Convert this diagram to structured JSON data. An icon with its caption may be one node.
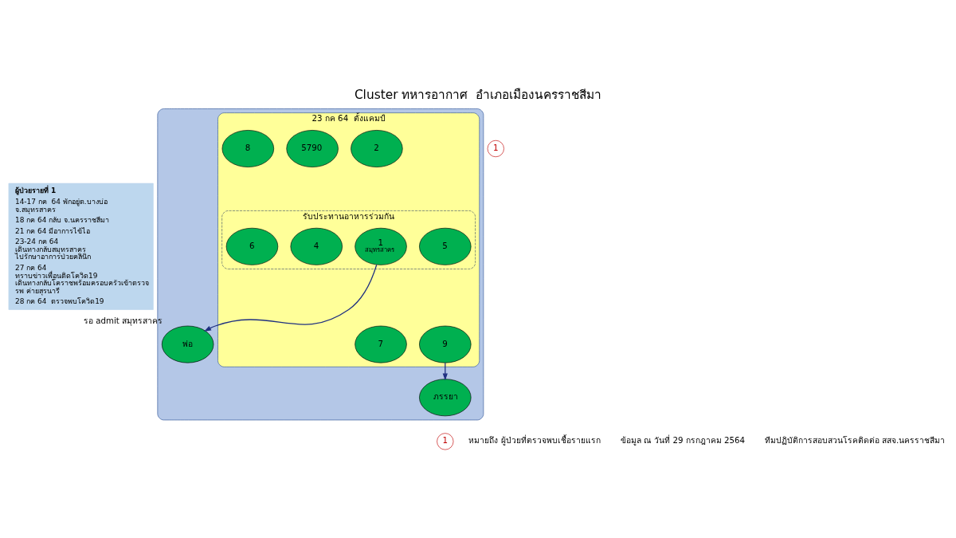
{
  "diagram": {
    "title": "Cluster ทหารอากาศ  อำเภอเมืองนครราชสีมา",
    "nodes": [
      {
        "text": [
          "ผู้ป่วยรายที่ 1",
          "14-17 กค  64 พักอยู่ต.บางบ่อ จ.สมุทรสาคร",
          "18 กค 64 กลับ จ.นครราชสีมา",
          "21 กค 64 มีอาการไข้ไอ",
          "23-24 กค 64 เดินทางกลับสมุทรสาคร ไปรักษาอาการป่วยคลินิก",
          "27 กค 64 ทราบข่าวเพื่อนติดโควิด19 เดินทางกลับโคราชพร้อมครอบครัวเข้าตรวจ รพ ค่ายสุรนารี",
          "28 กค 64  ตรวจพบโควิด19"
        ]
      },
      {
        "text": [],
        "shape": "ellipse"
      },
      {
        "text": [
          "23 กค 64  ตั้งแคมป์"
        ],
        "in": 1
      },
      {
        "text": [
          "2"
        ],
        "in": 2
      },
      {
        "text": [
          "5790"
        ],
        "in": 2
      },
      {
        "text": [
          "รับประทานอาหารร่วมกัน"
        ],
        "in": 2
      },
      {
        "text": [
          "1",
          "สมุทรสาคร"
        ],
        "in": 5
      },
      {
        "text": [
          "4"
        ],
        "in": 5
      },
      {
        "text": [
          "5"
        ],
        "in": 5
      },
      {
        "text": [
          "6"
        ],
        "in": 5
      },
      {
        "text": [
          "พ่อ"
        ],
        "in": 1,
        "beside": [
          "รอ admit สมุทรสาคร"
        ]
      },
      {
        "text": [
          "7"
        ],
        "in": 2
      },
      {
        "text": [
          "8"
        ],
        "in": 2
      },
      {
        "text": [
          "9"
        ],
        "in": 2
      },
      {
        "text": [
          "ภรรยา"
        ],
        "in": 1
      }
    ],
    "edges": [
      {
        "from": 6,
        "to": 10,
        "arrow": "to",
        "color": "#1f3080"
      },
      {
        "from": 13,
        "to": 14,
        "arrow": "to",
        "color": "#1f3080"
      }
    ],
    "labels": [
      "1",
      "1",
      "หมายถึง ผู้ป่วยที่ตรวจพบเชื้อรายแรก",
      "ข้อมูล ณ วันที่ 29 กรกฎาคม 2564",
      "ทีมปฏิบัติการสอบสวนโรคติดต่อ สสจ.นครราชสีมา"
    ]
  }
}
